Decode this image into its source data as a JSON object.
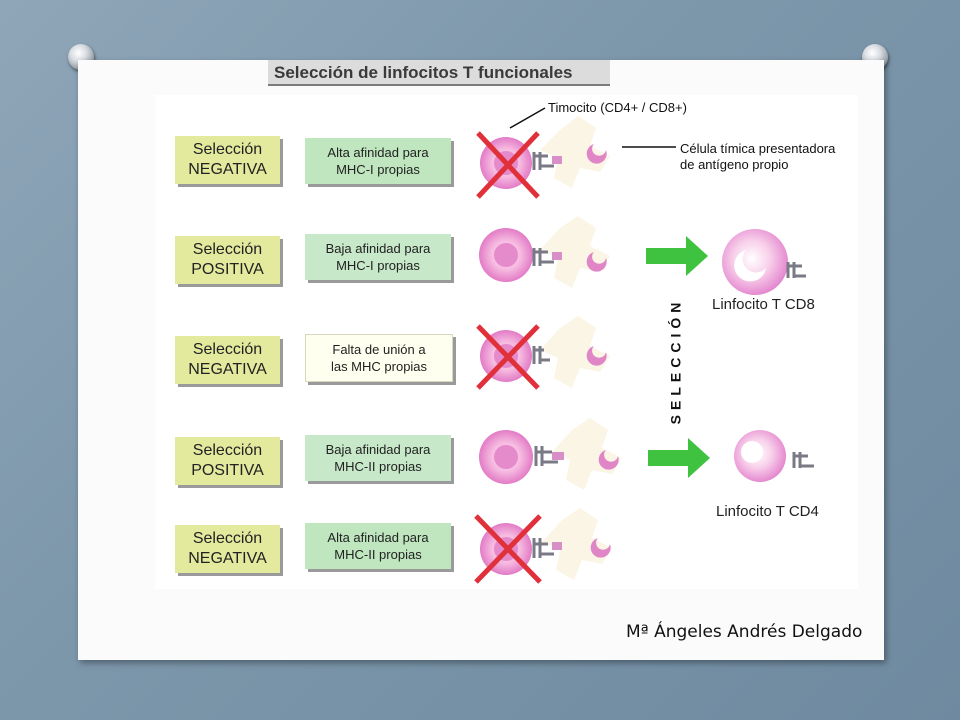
{
  "title": "Selección de linfocitos T funcionales",
  "labels": {
    "timocito": "Timocito (CD4+ / CD8+)",
    "celula": "Célula tímica presentadora\nde antígeno propio",
    "seleccion_vertical": "SELECCIÓN",
    "cd8": "Linfocito T CD8",
    "cd4": "Linfocito T CD4"
  },
  "rows": [
    {
      "selection": "Selección\nNEGATIVA",
      "affinity": "Alta afinidad para\nMHC-I propias",
      "outcome": "negative"
    },
    {
      "selection": "Selección\nPOSITIVA",
      "affinity": "Baja afinidad para\nMHC-I propias",
      "outcome": "positive"
    },
    {
      "selection": "Selección\nNEGATIVA",
      "affinity": "Falta de unión a\nlas MHC propias",
      "outcome": "negative"
    },
    {
      "selection": "Selección\nPOSITIVA",
      "affinity": "Baja afinidad para\nMHC-II propias",
      "outcome": "positive"
    },
    {
      "selection": "Selección\nNEGATIVA",
      "affinity": "Alta afinidad para\nMHC-II propias",
      "outcome": "negative"
    }
  ],
  "author": "Mª Ángeles Andrés Delgado",
  "colors": {
    "selection_box": "#e3ea9e",
    "affinity_green": "#bfe6bf",
    "affinity_pale": "#fffff0",
    "cross": "#e0303a",
    "arrow": "#3fc23f",
    "cell_pink": "#e57ac5"
  }
}
